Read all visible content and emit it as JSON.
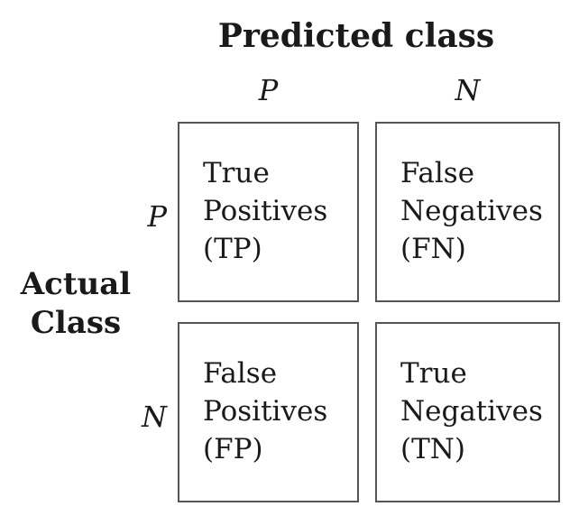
{
  "diagram": {
    "title": "Predicted class",
    "col_axis": {
      "labels": [
        "P",
        "N"
      ]
    },
    "row_axis": {
      "title_lines": [
        "Actual",
        "Class"
      ],
      "labels": [
        "P",
        "N"
      ]
    },
    "matrix": {
      "rows": [
        {
          "row_label": "P",
          "cells": [
            {
              "id": "TP",
              "lines": [
                "True",
                "Positives",
                "(TP)"
              ]
            },
            {
              "id": "FN",
              "lines": [
                "False",
                "Negatives",
                "(FN)"
              ]
            }
          ]
        },
        {
          "row_label": "N",
          "cells": [
            {
              "id": "FP",
              "lines": [
                "False",
                "Positives",
                "(FP)"
              ]
            },
            {
              "id": "TN",
              "lines": [
                "True",
                "Negatives",
                "(TN)"
              ]
            }
          ]
        }
      ]
    },
    "colors": {
      "background": "#ffffff",
      "text": "#1a1a1a",
      "border": "#555555"
    }
  }
}
